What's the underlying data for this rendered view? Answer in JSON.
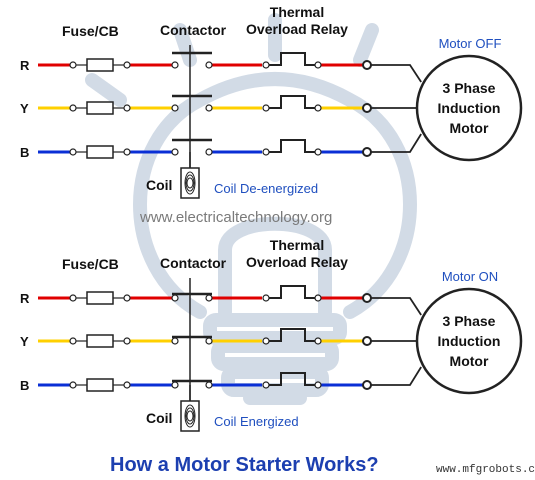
{
  "colors": {
    "phase_r": "#e00000",
    "phase_y": "#ffd000",
    "phase_b": "#0a2fd6",
    "accent_text": "#1f4fbf",
    "title_text": "#1c3fb0",
    "watermark_bulb": "#d2dbe6"
  },
  "diagram_top": {
    "fuse_label": "Fuse/CB",
    "contactor_label": "Contactor",
    "thermal_label_line1": "Thermal",
    "thermal_label_line2": "Overload Relay",
    "phase_labels": [
      "R",
      "Y",
      "B"
    ],
    "coil_label": "Coil",
    "coil_status": "Coil De-energized",
    "motor_status": "Motor OFF",
    "motor_line1": "3 Phase",
    "motor_line2": "Induction",
    "motor_line3": "Motor",
    "contactor_state": "open"
  },
  "diagram_bottom": {
    "fuse_label": "Fuse/CB",
    "contactor_label": "Contactor",
    "thermal_label_line1": "Thermal",
    "thermal_label_line2": "Overload Relay",
    "phase_labels": [
      "R",
      "Y",
      "B"
    ],
    "coil_label": "Coil",
    "coil_status": "Coil Energized",
    "motor_status": "Motor ON",
    "motor_line1": "3 Phase",
    "motor_line2": "Induction",
    "motor_line3": "Motor",
    "contactor_state": "closed"
  },
  "watermark_text": "www.electricaltechnology.org",
  "title": "How a Motor Starter Works?",
  "credit": "www.mfgrobots.com"
}
